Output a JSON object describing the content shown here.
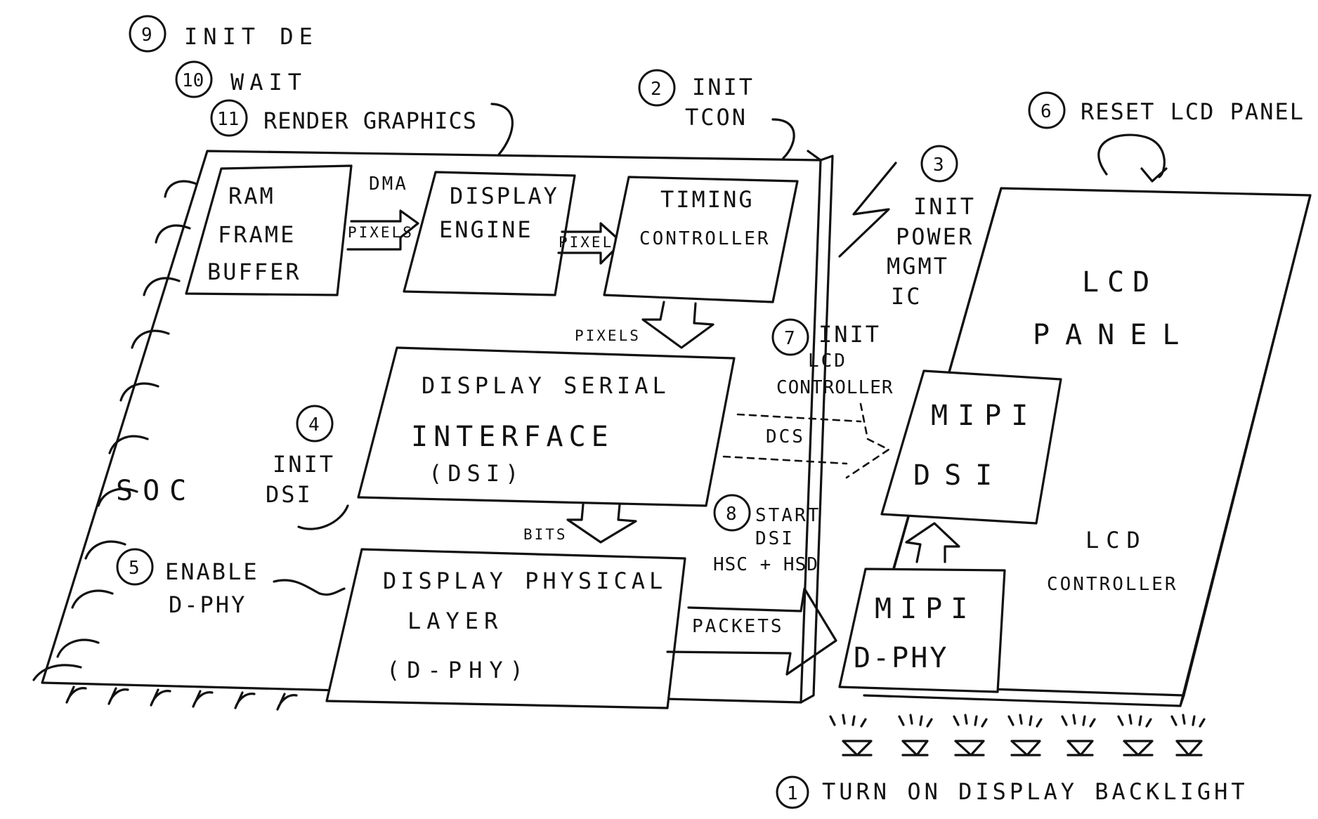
{
  "steps": {
    "s1": {
      "num": "1",
      "text": "TURN ON DISPLAY BACKLIGHT"
    },
    "s2": {
      "num": "2",
      "line1": "INIT",
      "line2": "TCON"
    },
    "s3": {
      "num": "3",
      "line1": "INIT",
      "line2": "POWER",
      "line3": "MGMT",
      "line4": "IC"
    },
    "s4": {
      "num": "4",
      "line1": "INIT",
      "line2": "DSI"
    },
    "s5": {
      "num": "5",
      "line1": "ENABLE",
      "line2": "D-PHY"
    },
    "s6": {
      "num": "6",
      "text": "RESET LCD PANEL"
    },
    "s7": {
      "num": "7",
      "line1": "INIT",
      "line2": "LCD",
      "line3": "CONTROLLER"
    },
    "s8": {
      "num": "8",
      "line1": "START",
      "line2": "DSI",
      "line3": "HSC + HSD"
    },
    "s9": {
      "num": "9",
      "text": "INIT DE"
    },
    "s10": {
      "num": "10",
      "text": "WAIT"
    },
    "s11": {
      "num": "11",
      "text": "RENDER GRAPHICS"
    }
  },
  "blocks": {
    "ram": {
      "line1": "RAM",
      "line2": "FRAME",
      "line3": "BUFFER"
    },
    "display_engine": {
      "line1": "DISPLAY",
      "line2": "ENGINE"
    },
    "timing_controller": {
      "line1": "TIMING",
      "line2": "CONTROLLER"
    },
    "dsi": {
      "line1": "DISPLAY SERIAL",
      "line2": "INTERFACE",
      "line3": "(DSI)"
    },
    "dphy": {
      "line1": "DISPLAY PHYSICAL",
      "line2": "LAYER",
      "line3": "(D-PHY)"
    },
    "mipi_dsi": {
      "line1": "MIPI",
      "line2": "DSI"
    },
    "mipi_dphy": {
      "line1": "MIPI",
      "line2": "D-PHY"
    },
    "lcd_panel": {
      "line1": "LCD",
      "line2": "PANEL"
    },
    "lcd_controller": {
      "line1": "LCD",
      "line2": "CONTROLLER"
    },
    "soc": {
      "label": "SOC"
    }
  },
  "arrows": {
    "dma": "DMA",
    "pixels_ram_de": "PIXELS",
    "pixels_de_tc": "PIXELS",
    "pixels_tc_dsi": "PIXELS",
    "bits": "BITS",
    "dcs": "DCS",
    "packets": "PACKETS"
  },
  "icons": [
    "lightning-icon",
    "reset-arrow-icon",
    "backlight-led-icon"
  ]
}
